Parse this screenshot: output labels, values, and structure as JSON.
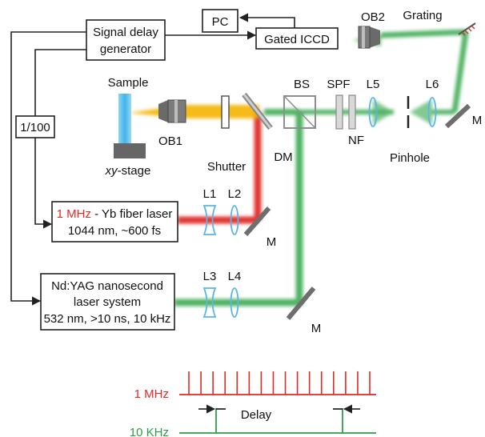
{
  "colors": {
    "green_beam": "#3daa52",
    "red_beam": "#e02a25",
    "yellow_beam": "#f4b400",
    "lens": "#59b6e6",
    "mirror": "#6e6e6e",
    "sample": "#3fb4e6"
  },
  "boxes": {
    "pc": "PC",
    "gated_iccd": "Gated ICCD",
    "signal_delay_line1": "Signal delay",
    "signal_delay_line2": "generator",
    "divider": "1/100",
    "yb_laser_rate": "1 MHz",
    "yb_laser_name": " - Yb fiber laser",
    "yb_laser_spec": "1044 nm, ~600 fs",
    "ndyag_line1": "Nd:YAG nanosecond",
    "ndyag_line2": "laser system",
    "ndyag_line3": "532 nm, >10 ns, 10 kHz"
  },
  "labels": {
    "ob2": "OB2",
    "grating": "Grating",
    "sample": "Sample",
    "ob1": "OB1",
    "xy_stage_italic": "xy",
    "xy_stage_rest": "-stage",
    "shutter": "Shutter",
    "dm": "DM",
    "bs": "BS",
    "spf": "SPF",
    "nf": "NF",
    "l1": "L1",
    "l2": "L2",
    "l3": "L3",
    "l4": "L4",
    "l5": "L5",
    "l6": "L6",
    "pinhole": "Pinhole",
    "m_right": "M",
    "m_red": "M",
    "m_bottom": "M"
  },
  "timing": {
    "rate_1mhz": "1 MHz",
    "rate_10khz": "10 KHz",
    "delay": "Delay",
    "pulse_count_1mhz": 16
  }
}
